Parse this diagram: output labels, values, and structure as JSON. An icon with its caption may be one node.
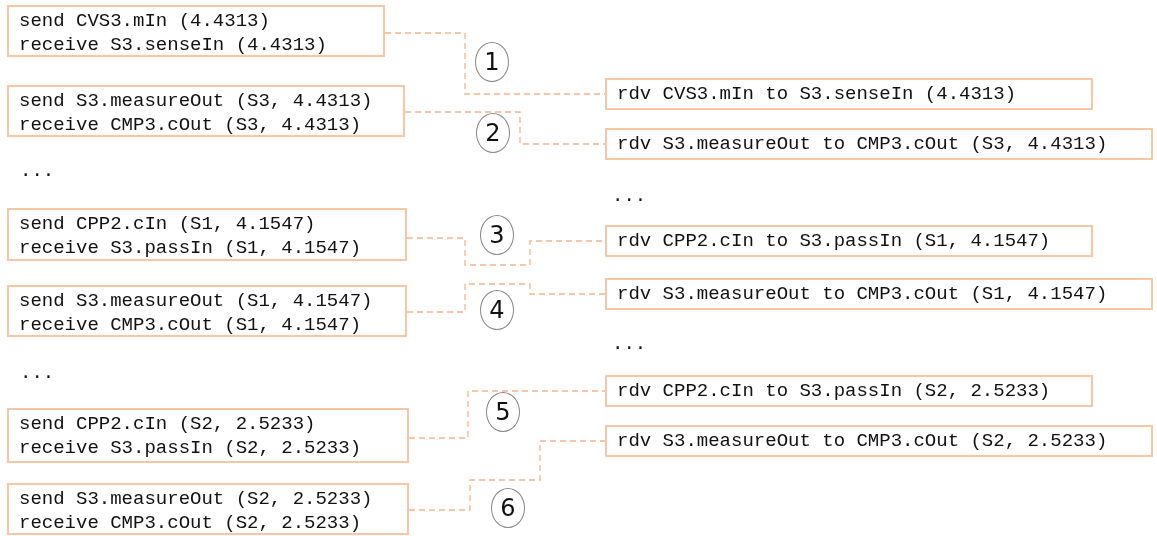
{
  "diagram": {
    "nodes": [
      {
        "text": [
          "send CVS3.mIn (4.4313)",
          "receive S3.senseIn (4.4313)"
        ]
      },
      {
        "text": [
          "rdv CVS3.mIn to S3.senseIn (4.4313)"
        ]
      },
      {
        "text": [
          "send S3.measureOut (S3, 4.4313)",
          "receive CMP3.cOut (S3, 4.4313)"
        ]
      },
      {
        "text": [
          "rdv S3.measureOut to CMP3.cOut (S3, 4.4313)"
        ]
      },
      {
        "text": [
          "send CPP2.cIn (S1, 4.1547)",
          "receive S3.passIn (S1, 4.1547)"
        ]
      },
      {
        "text": [
          "rdv CPP2.cIn to S3.passIn (S1, 4.1547)"
        ]
      },
      {
        "text": [
          "send S3.measureOut (S1, 4.1547)",
          "receive CMP3.cOut (S1, 4.1547)"
        ]
      },
      {
        "text": [
          "rdv S3.measureOut to CMP3.cOut (S1, 4.1547)"
        ]
      },
      {
        "text": [
          "rdv CPP2.cIn to S3.passIn (S2, 2.5233)"
        ]
      },
      {
        "text": [
          "send CPP2.cIn (S2, 2.5233)",
          "receive S3.passIn (S2, 2.5233)"
        ]
      },
      {
        "text": [
          "rdv S3.measureOut to CMP3.cOut (S2, 2.5233)"
        ]
      },
      {
        "text": [
          "send S3.measureOut (S2, 2.5233)",
          "receive CMP3.cOut (S2, 2.5233)"
        ]
      }
    ],
    "edges": [
      {
        "from": 0,
        "to": 1,
        "arrow": "none",
        "style": "dashed"
      },
      {
        "from": 2,
        "to": 3,
        "arrow": "none",
        "style": "dashed"
      },
      {
        "from": 4,
        "to": 5,
        "arrow": "none",
        "style": "dashed"
      },
      {
        "from": 6,
        "to": 7,
        "arrow": "none",
        "style": "dashed"
      },
      {
        "from": 9,
        "to": 8,
        "arrow": "none",
        "style": "dashed"
      },
      {
        "from": 11,
        "to": 10,
        "arrow": "none",
        "style": "dashed"
      }
    ],
    "labels": [
      "1",
      "2",
      "...",
      "...",
      "3",
      "4",
      "...",
      "...",
      "5",
      "6"
    ]
  }
}
